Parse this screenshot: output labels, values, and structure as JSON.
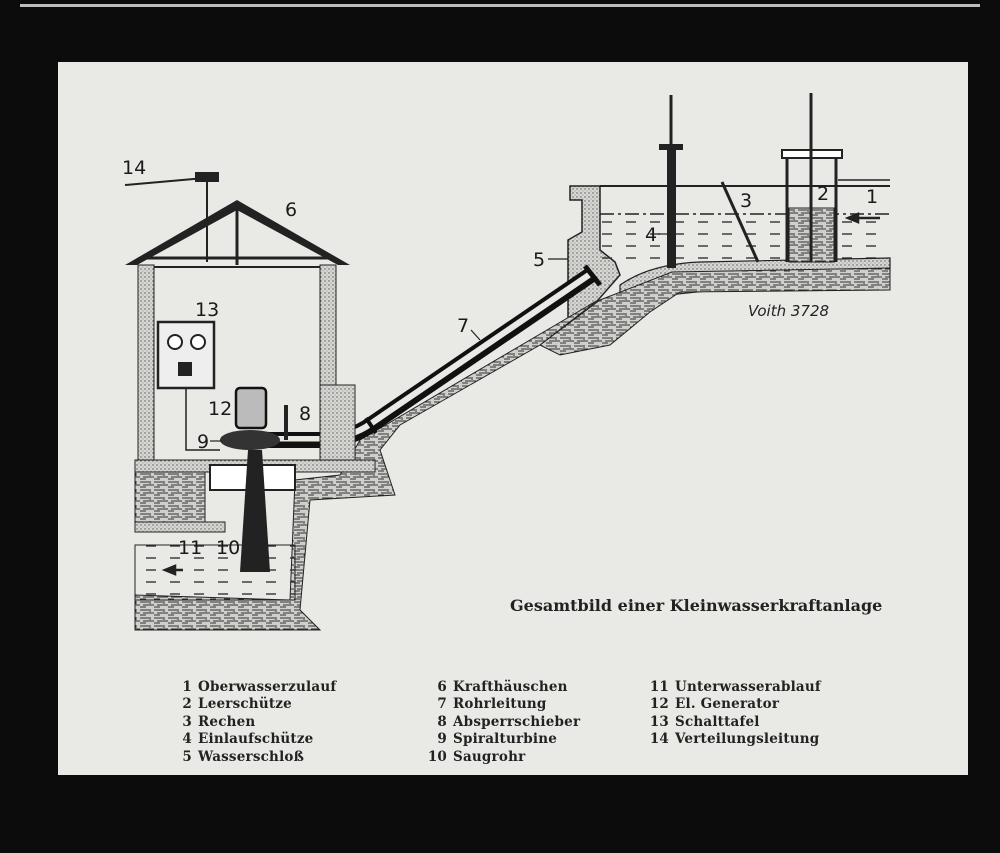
{
  "diagram": {
    "caption": "Gesamtbild einer Kleinwasserkraftanlage",
    "maker_mark": "Voith 3728",
    "callouts": [
      "1",
      "2",
      "3",
      "4",
      "5",
      "6",
      "7",
      "8",
      "9",
      "10",
      "11",
      "12",
      "13",
      "14"
    ]
  },
  "legend": {
    "col1": [
      {
        "num": "1",
        "label": "Oberwasserzulauf"
      },
      {
        "num": "2",
        "label": "Leerschütze"
      },
      {
        "num": "3",
        "label": "Rechen"
      },
      {
        "num": "4",
        "label": "Einlaufschütze"
      },
      {
        "num": "5",
        "label": "Wasserschloß"
      }
    ],
    "col2": [
      {
        "num": "6",
        "label": "Krafthäuschen"
      },
      {
        "num": "7",
        "label": "Rohrleitung"
      },
      {
        "num": "8",
        "label": "Absperrschieber"
      },
      {
        "num": "9",
        "label": "Spiralturbine"
      },
      {
        "num": "10",
        "label": "Saugrohr"
      }
    ],
    "col3": [
      {
        "num": "11",
        "label": "Unterwasserablauf"
      },
      {
        "num": "12",
        "label": "El. Generator"
      },
      {
        "num": "13",
        "label": "Schalttafel"
      },
      {
        "num": "14",
        "label": "Verteilungsleitung"
      }
    ]
  }
}
